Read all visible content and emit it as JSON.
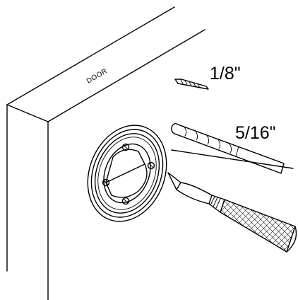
{
  "labels": {
    "door": "DOOR",
    "bit_small": "1/8\"",
    "bit_large": "5/16\""
  },
  "colors": {
    "ink": "#000000",
    "background": "#ffffff"
  }
}
